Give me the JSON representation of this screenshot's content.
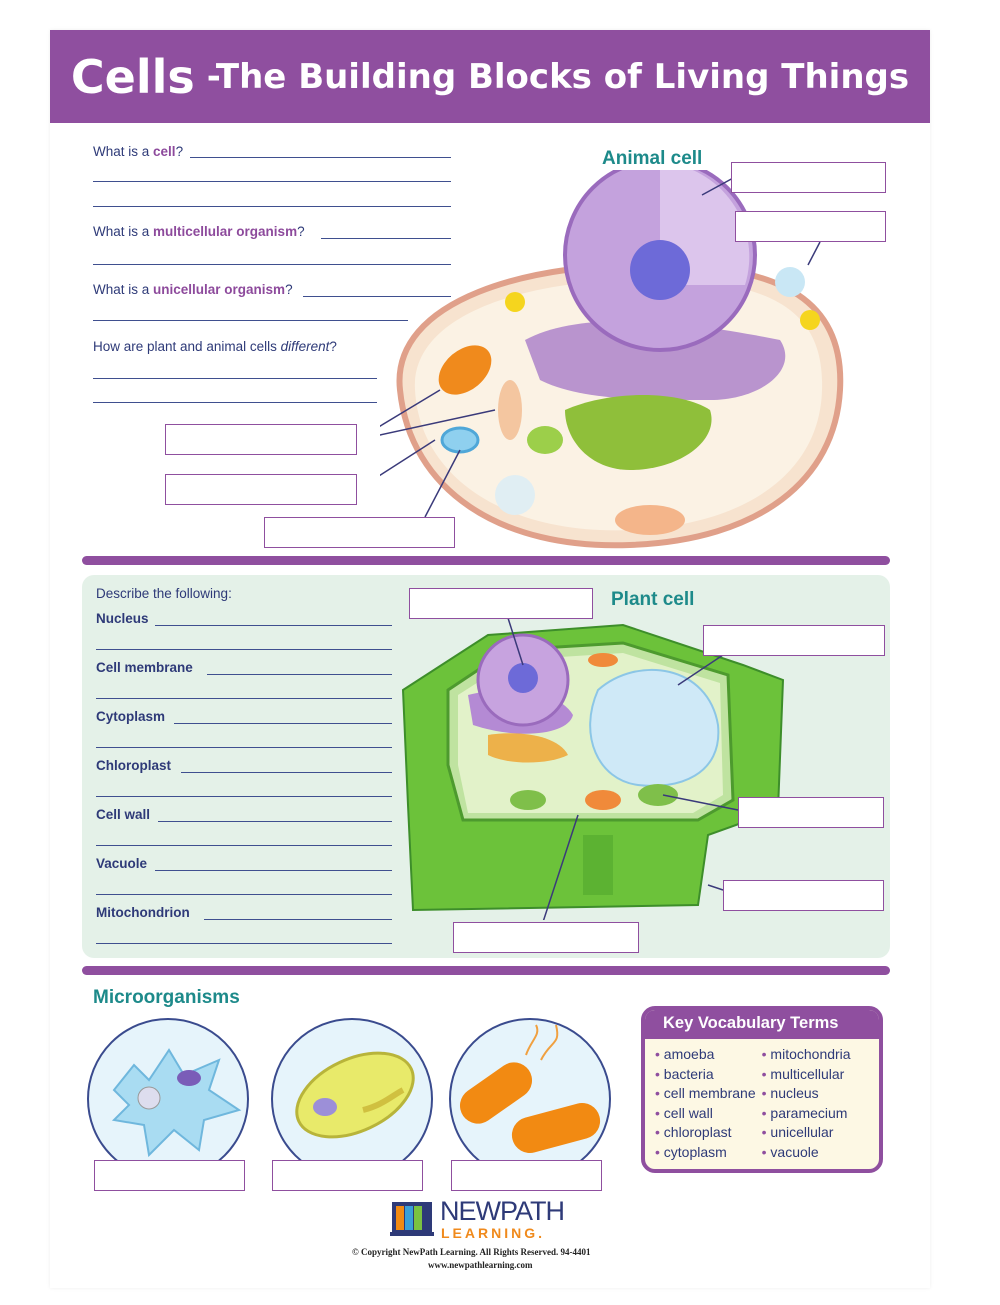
{
  "header": {
    "title_big": "Cells",
    "title_rest": "-The Building Blocks of Living Things"
  },
  "questions": [
    {
      "pre": "What is a ",
      "term": "cell",
      "post": "?"
    },
    {
      "pre": "What is a ",
      "term": "multicellular organism",
      "post": "?"
    },
    {
      "pre": "What is a ",
      "term": "unicellular organism",
      "post": "?"
    },
    {
      "pre": "How are plant and animal cells ",
      "term": "different",
      "post": "?"
    }
  ],
  "animal_cell": {
    "heading": "Animal cell"
  },
  "plant_cell": {
    "heading": "Plant cell"
  },
  "describe": {
    "intro": "Describe the following:",
    "terms": [
      "Nucleus",
      "Cell membrane",
      "Cytoplasm",
      "Chloroplast",
      "Cell wall",
      "Vacuole",
      "Mitochondrion"
    ]
  },
  "microorganisms": {
    "heading": "Microorganisms"
  },
  "vocabulary": {
    "title": "Key Vocabulary Terms",
    "left": [
      "amoeba",
      "bacteria",
      "cell membrane",
      "cell wall",
      "chloroplast",
      "cytoplasm"
    ],
    "right": [
      "mitochondria",
      "multicellular",
      "nucleus",
      "paramecium",
      "unicellular",
      "vacuole"
    ]
  },
  "footer": {
    "logo_top": "NEWPATH",
    "logo_bottom": "LEARNING.",
    "copyright": "© Copyright NewPath Learning. All Rights Reserved. 94-4401",
    "url": "www.newpathlearning.com"
  },
  "colors": {
    "purple": "#8f4f9f",
    "teal": "#1d8a8a",
    "navy": "#2e3a78",
    "panel_green": "#e4f1e8"
  }
}
